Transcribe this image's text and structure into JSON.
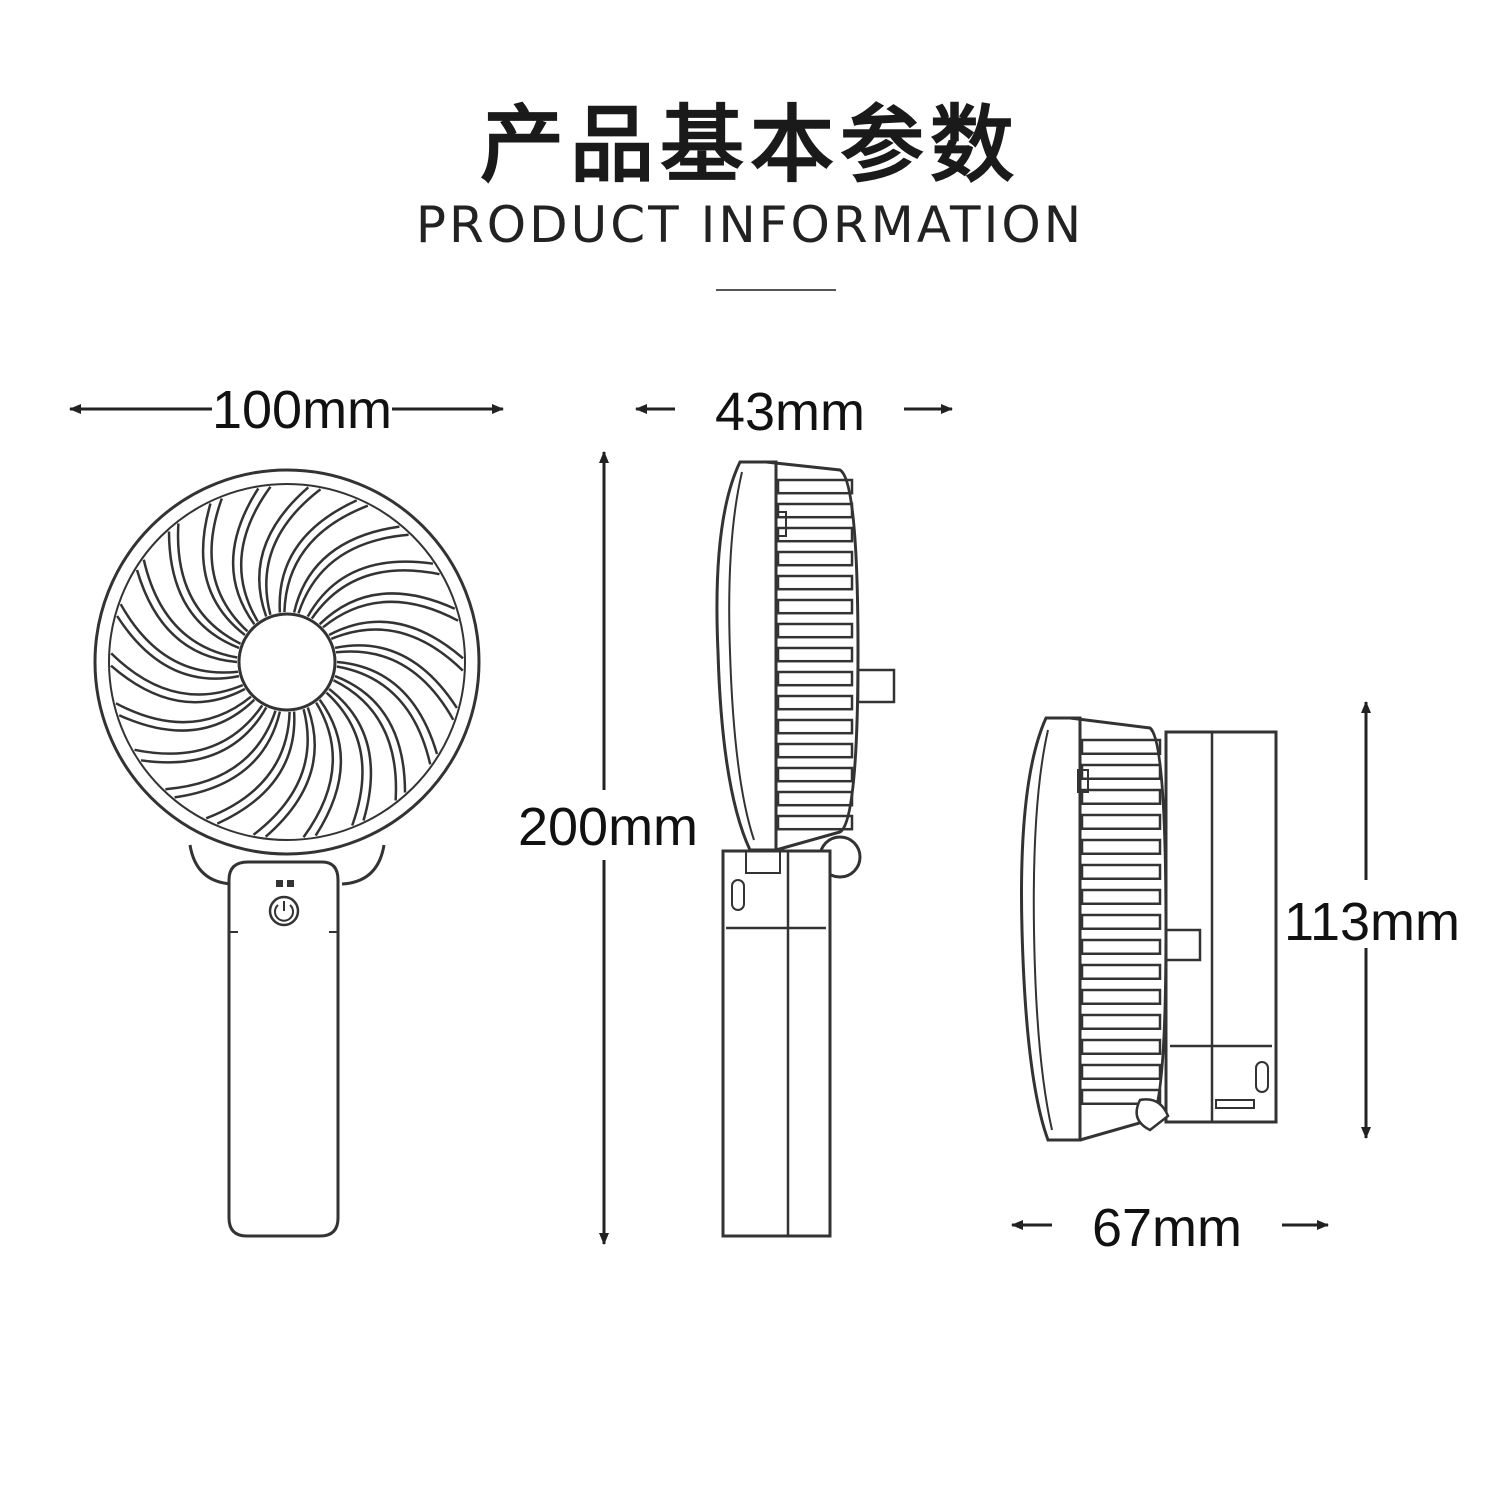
{
  "header": {
    "title_cn": "产品基本参数",
    "title_en": "PRODUCT INFORMATION"
  },
  "dimensions": {
    "width_front": "100mm",
    "depth_side": "43mm",
    "height_total": "200mm",
    "height_folded": "113mm",
    "depth_folded": "67mm"
  },
  "colors": {
    "line": "#333333",
    "text": "#111111",
    "background": "#ffffff"
  }
}
